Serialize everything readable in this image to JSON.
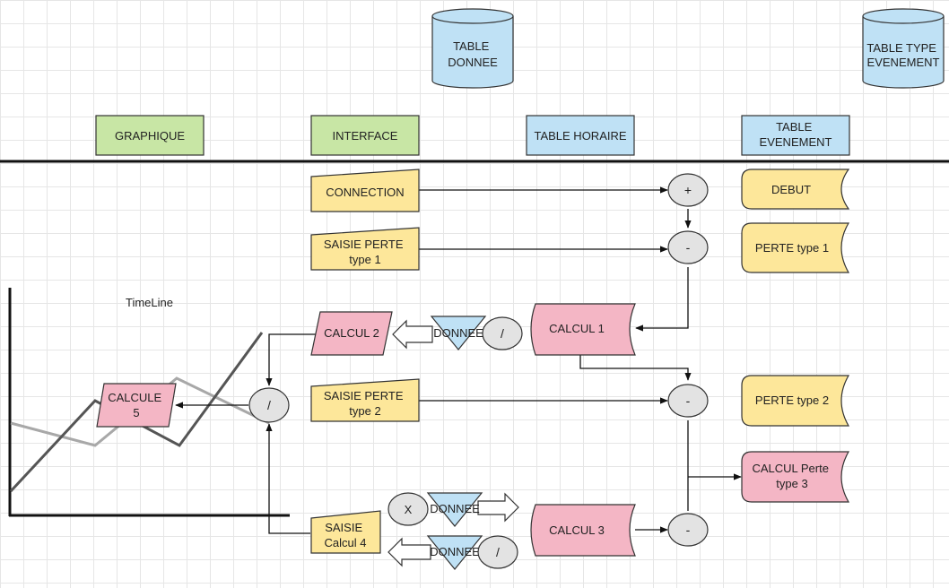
{
  "colors": {
    "green": "#c8e6a5",
    "blue": "#bfe1f5",
    "yellow": "#fde79a",
    "pink": "#f4b6c5",
    "grey": "#e3e3e3"
  },
  "cylinders": {
    "table_donnee": [
      "TABLE",
      "DONNEE"
    ],
    "table_type_evenement": [
      "TABLE TYPE",
      "EVENEMENT"
    ]
  },
  "lanes": {
    "graphique": [
      "GRAPHIQUE"
    ],
    "interface": [
      "INTERFACE"
    ],
    "table_horaire": [
      "TABLE HORAIRE"
    ],
    "table_evenement": [
      "TABLE",
      "EVENEMENT"
    ]
  },
  "interface": {
    "connection": [
      "CONNECTION"
    ],
    "saisie_perte_1": [
      "SAISIE PERTE",
      "type 1"
    ],
    "saisie_perte_2": [
      "SAISIE PERTE",
      "type 2"
    ],
    "saisie_calcul_4": [
      "SAISIE",
      "Calcul 4"
    ],
    "calcul_2": [
      "CALCUL 2"
    ]
  },
  "calcs": {
    "calcul_1": [
      "CALCUL 1"
    ],
    "calcul_3": [
      "CALCUL 3"
    ],
    "calcule_5": [
      "CALCULE",
      "5"
    ]
  },
  "events": {
    "debut": [
      "DEBUT"
    ],
    "perte_1": [
      "PERTE type 1"
    ],
    "perte_2": [
      "PERTE type 2"
    ],
    "calcul_perte_3": [
      "CALCUL Perte",
      "type 3"
    ]
  },
  "ops": {
    "plus": "+",
    "minus": "-",
    "div": "/",
    "mult": "X"
  },
  "donnee": "DONNEE",
  "timeline": {
    "label": "TimeLine"
  }
}
